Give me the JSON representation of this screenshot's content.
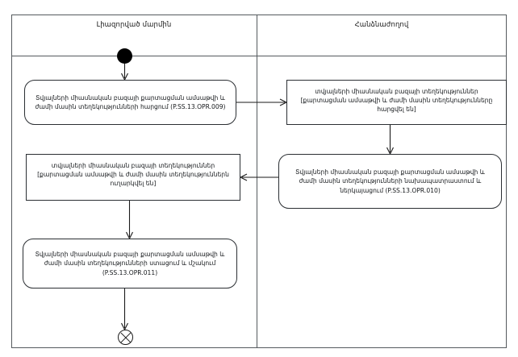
{
  "diagram": {
    "title": "UML activity diagram with two swimlanes",
    "lanes": [
      {
        "name": "authorized-body",
        "label": "Լիազորված մարմին"
      },
      {
        "name": "commission",
        "label": "Հանձնաժողով"
      }
    ],
    "nodes": {
      "initial": {
        "type": "initial-node",
        "label": ""
      },
      "action_request": {
        "type": "action",
        "lane": "authorized-body",
        "label": "Տվյալների միասնական բազայի քարտացման ամսաթվի և ժամի մասին տեղեկությունների հարցում (P.SS.13.OPR.009)"
      },
      "object_request": {
        "type": "object-node",
        "lane": "commission",
        "label": "տվյալների միասնական բազայի տեղեկություններ [քարտացման ամսաթվի և ժամի մասին տեղեկությունները հարցվել են]"
      },
      "action_prepare": {
        "type": "action",
        "lane": "commission",
        "label": "Տվյալների միասնական բազայի քարտացման ամսաթվի և ժամի մասին տեղեկությունների նախապատրաստում և ներկայացում (P.SS.13.OPR.010)"
      },
      "object_sent": {
        "type": "object-node",
        "lane": "authorized-body",
        "label": "տվյալների միասնական բազայի տեղեկություններ [քարտացման ամսաթվի և ժամի մասին տեղեկություններն ուղարկվել են]"
      },
      "action_receive": {
        "type": "action",
        "lane": "authorized-body",
        "label": "Տվյալների միասնական բազայի քարտացման ամսաթվի և ժամի մասին տեղեկությունների ստացում և մշակում (P.SS.13.OPR.011)"
      },
      "final": {
        "type": "final-node",
        "label": ""
      }
    },
    "colors": {
      "frame_stroke": "#555a5e",
      "node_stroke": "#2b2f33",
      "edge_stroke": "#1a1a1a",
      "background": "#ffffff",
      "initial_fill": "#000000"
    }
  }
}
